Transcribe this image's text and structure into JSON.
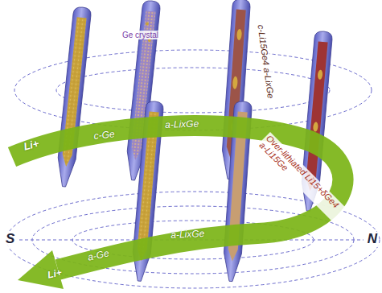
{
  "diagram": {
    "labels": [
      "Ge crystal",
      "Li+",
      "c-Ge",
      "a-LixGe",
      "c-Li15Ge4 a-LixGe",
      "Over-lithiated Li15+δGe4 a-Li15Ge",
      "a-LixGe",
      "a-Ge",
      "Li+",
      "S",
      "N"
    ]
  }
}
